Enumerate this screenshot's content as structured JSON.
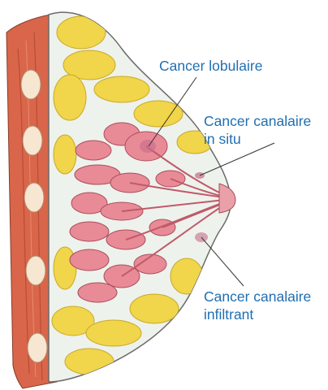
{
  "labels": {
    "lobular": "Cancer lobulaire",
    "in_situ_line1": "Cancer canalaire",
    "in_situ_line2": "in situ",
    "infiltrating_line1": "Cancer canalaire",
    "infiltrating_line2": "infiltrant"
  },
  "colors": {
    "label_text": "#1f6fb2",
    "chest_muscle": "#d9664a",
    "rib": "#f6e6d2",
    "fat": "#f1d54a",
    "gland_lobule": "#e98a97",
    "tumor": "#c46c8a",
    "outline": "#6b6b6b"
  }
}
